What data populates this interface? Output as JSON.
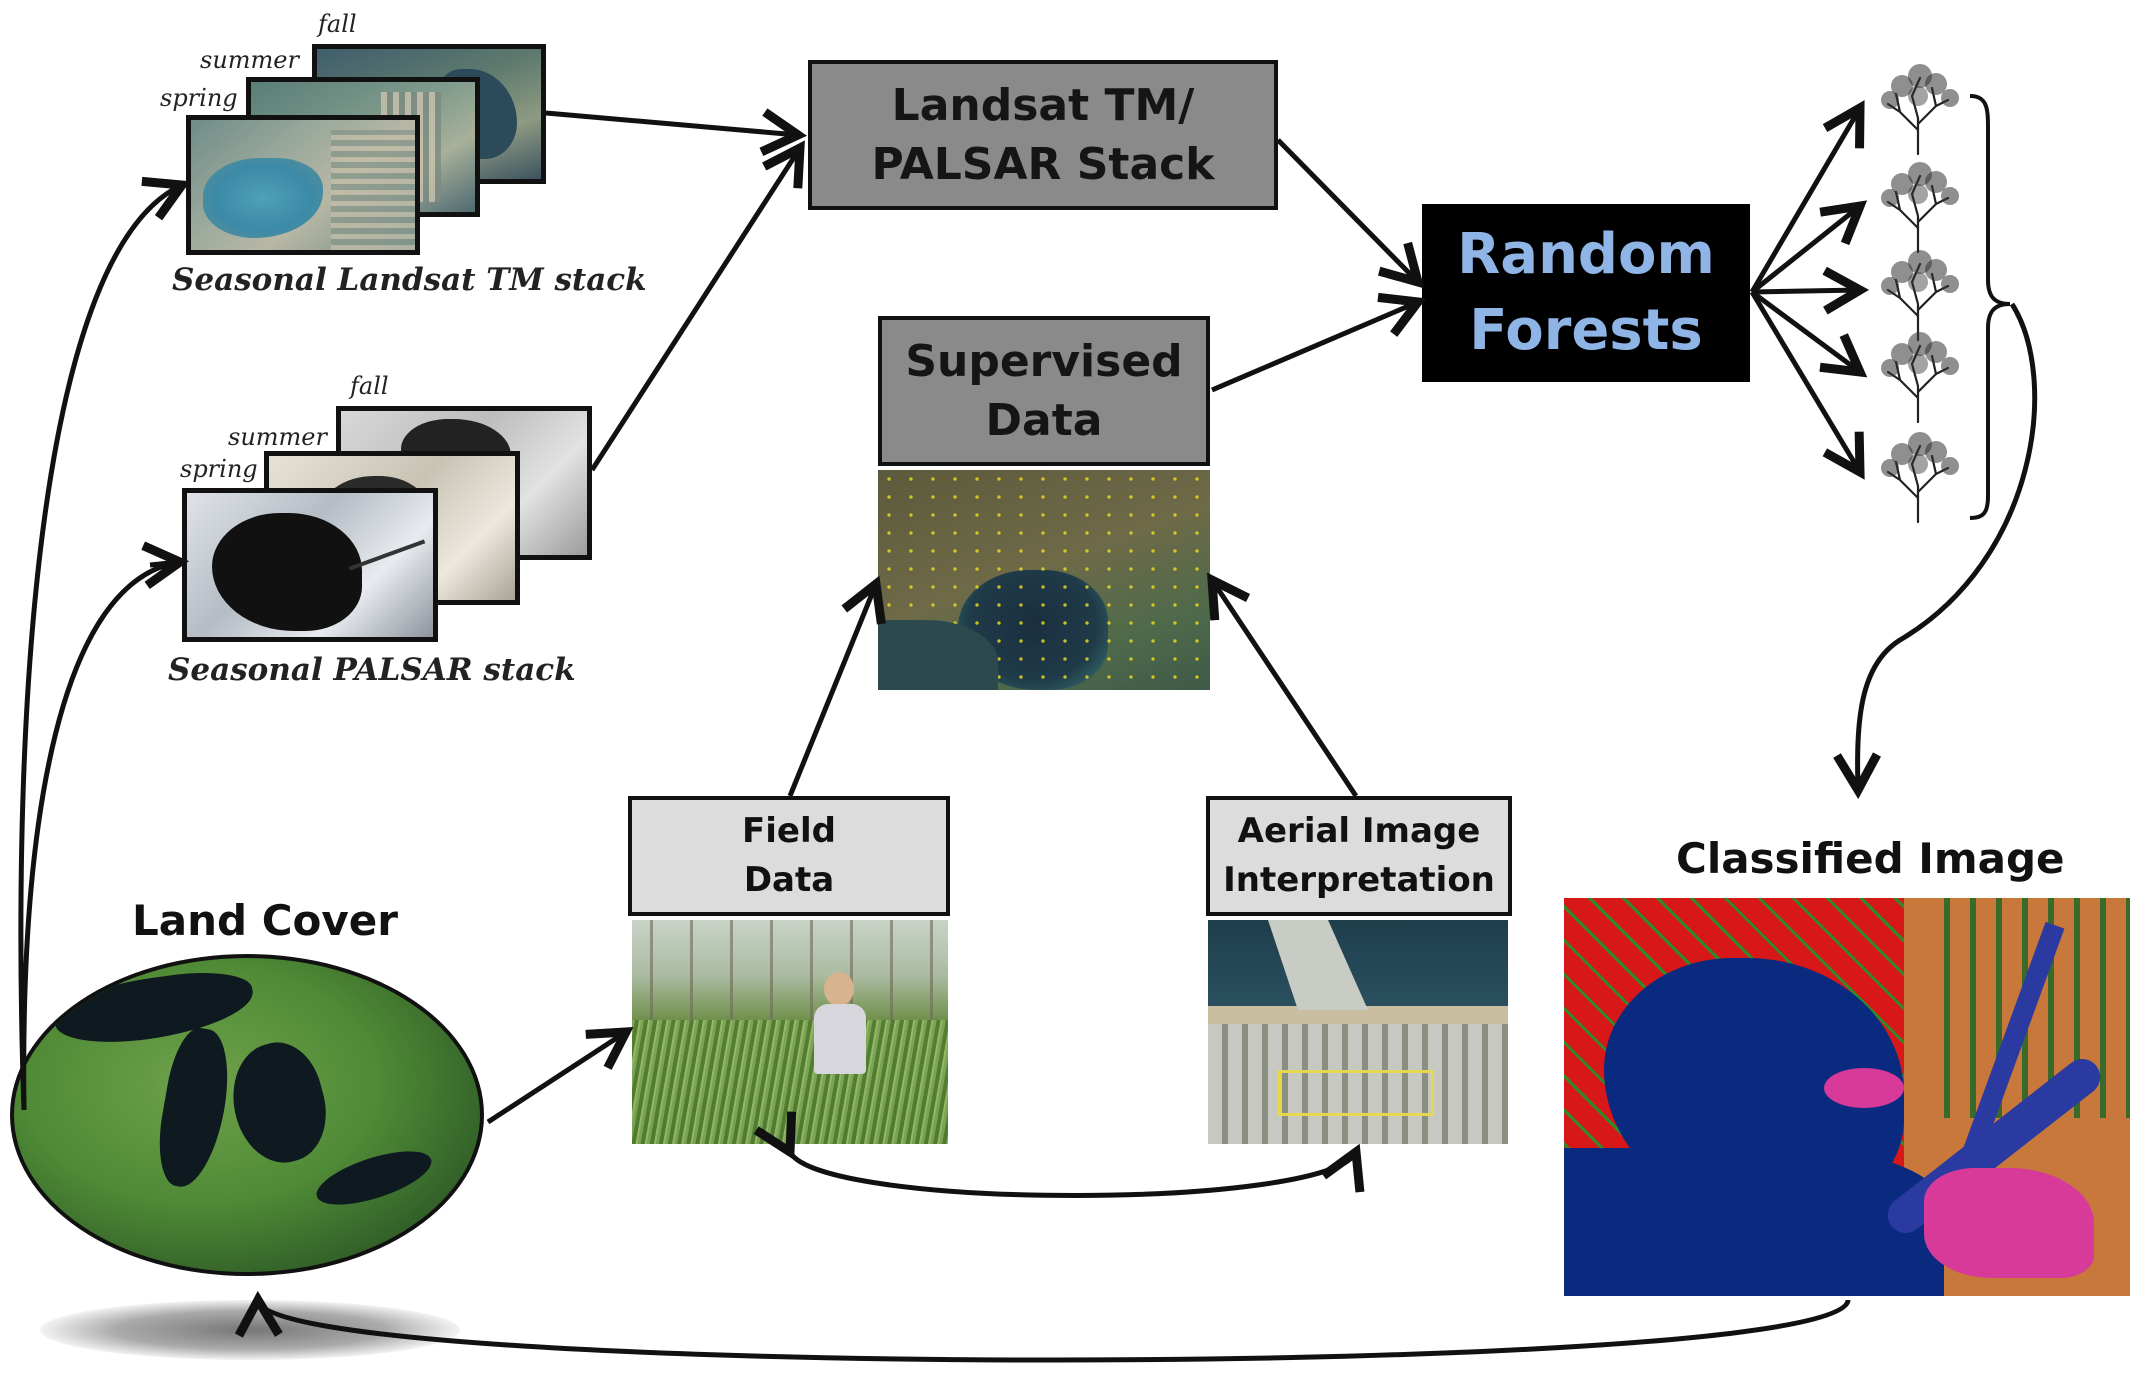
{
  "landsat_stack": {
    "seasons": {
      "fall": "fall",
      "summer": "summer",
      "spring": "spring"
    },
    "caption": "Seasonal Landsat TM stack"
  },
  "palsar_stack": {
    "seasons": {
      "fall": "fall",
      "summer": "summer",
      "spring": "spring"
    },
    "caption": "Seasonal PALSAR stack"
  },
  "boxes": {
    "landsat_palsar": "Landsat TM/\nPALSAR Stack",
    "supervised": "Supervised\nData",
    "random_forests": "Random\nForests",
    "field_data": "Field\nData",
    "aerial": "Aerial Image\nInterpretation"
  },
  "headings": {
    "land_cover": "Land Cover",
    "classified": "Classified Image"
  },
  "colors": {
    "gray_box": "#8a8a8a",
    "light_box": "#dcdcdc",
    "random_forests_bg": "#000000",
    "random_forests_text": "#8fb4e6",
    "water_class": "#0a2a80",
    "forest_class": "#d81818",
    "urban_class": "#d83a9a",
    "agriculture_class": "#c8783a"
  },
  "icons": [
    "tree-icon",
    "tree-icon",
    "tree-icon",
    "tree-icon",
    "tree-icon"
  ]
}
